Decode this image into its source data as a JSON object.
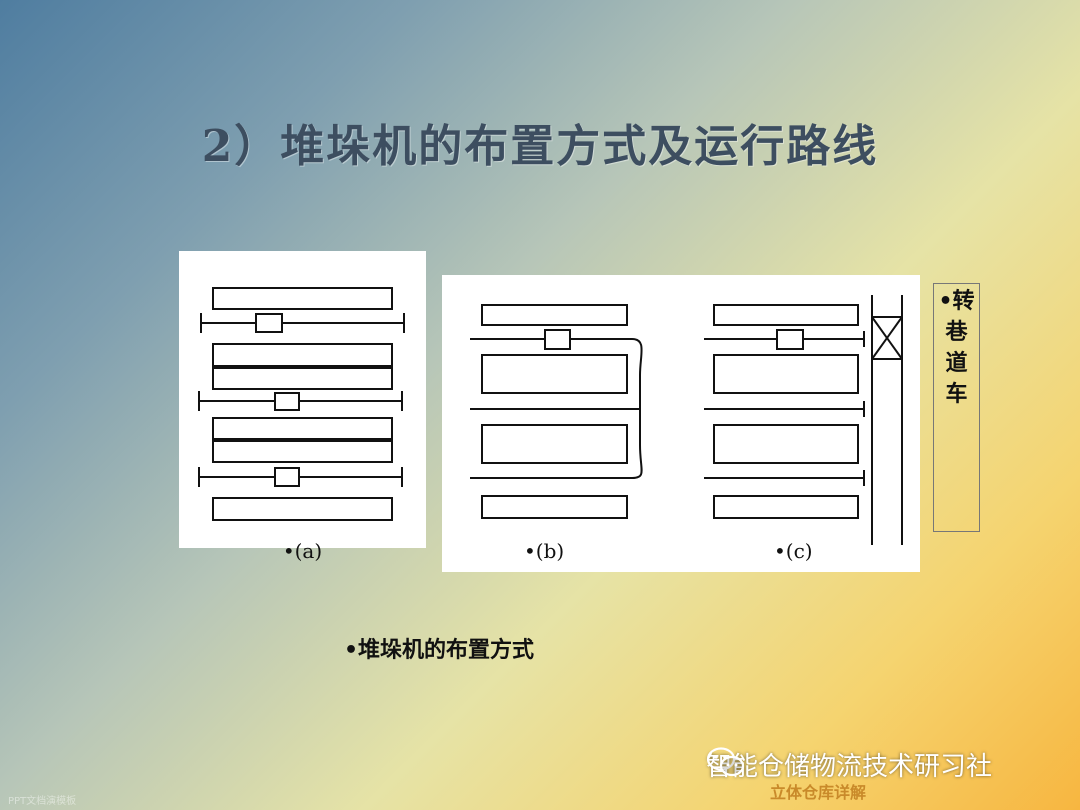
{
  "title": "2）堆垛机的布置方式及运行路线",
  "figures": {
    "a_label": "•(a)",
    "b_label": "•(b)",
    "c_label": "•(c)"
  },
  "side_note": {
    "lines": [
      "•转",
      "巷",
      "道",
      "车"
    ]
  },
  "caption": "•堆垛机的布置方式",
  "watermark": {
    "icon": "wechat-icon",
    "text": "智能仓储物流技术研习社",
    "subtext": "立体仓库详解"
  },
  "footer_faint": "PPT文档演模板"
}
